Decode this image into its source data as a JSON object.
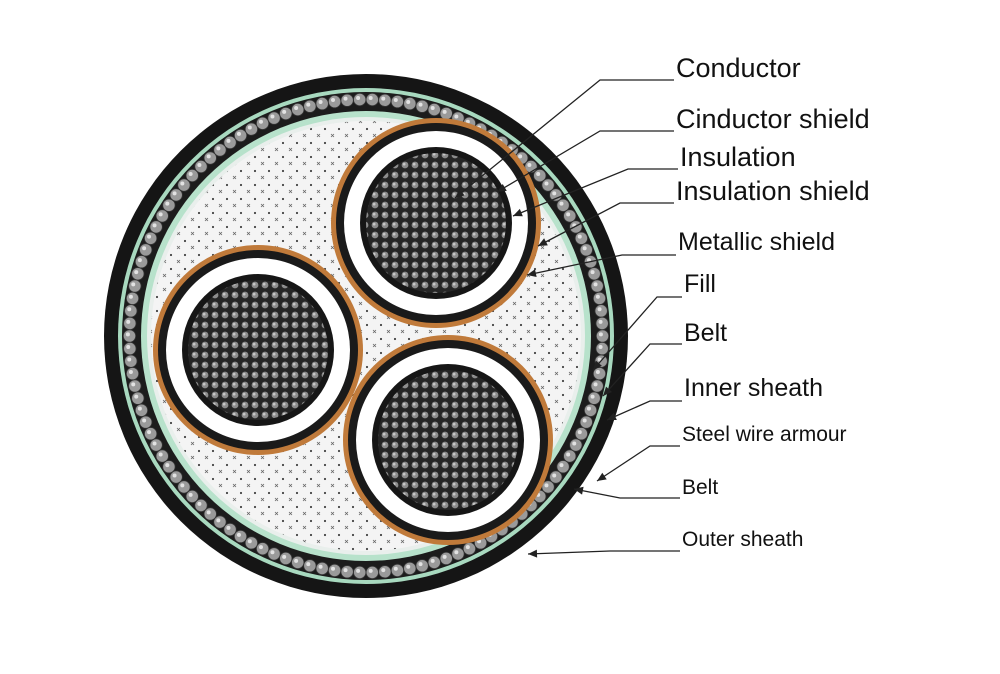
{
  "diagram": {
    "labels": {
      "conductor": "Conductor",
      "conductor_shield": "Cinductor shield",
      "insulation": "Insulation",
      "insulation_shield": "Insulation shield",
      "metallic_shield": "Metallic shield",
      "fill": "Fill",
      "belt_inner": "Belt",
      "inner_sheath": "Inner sheath",
      "steel_wire_armour": "Steel wire armour",
      "belt_outer": "Belt",
      "outer_sheath": "Outer sheath"
    },
    "colors": {
      "outer_sheath": "#151515",
      "armour_wire": "#9a9a9a",
      "belt_green": "#a8d9bf",
      "fill": "#f1f1f1",
      "metallic_shield": "#c07a3a",
      "insulation": "#ffffff",
      "conductor": "#2a2a2a",
      "conductor_strand": "#8a8a8a",
      "leader_line": "#222222"
    }
  }
}
